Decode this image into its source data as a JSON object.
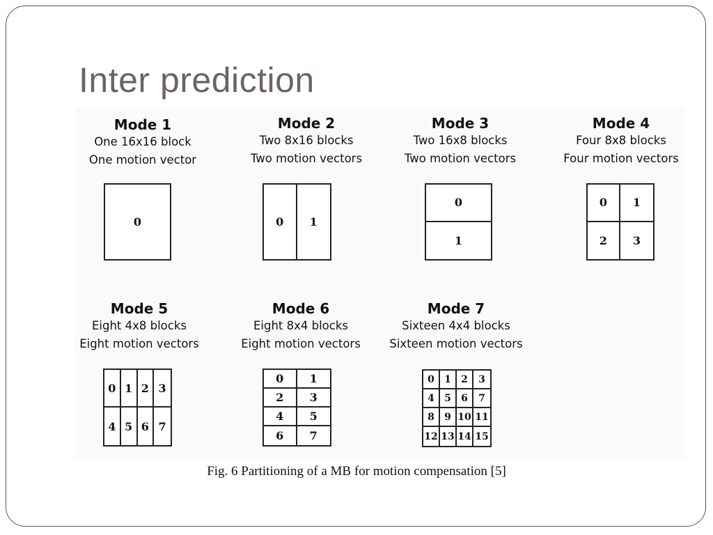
{
  "slide": {
    "title": "Inter prediction",
    "caption": "Fig. 6 Partitioning of a MB for motion compensation [5]"
  },
  "modes": [
    {
      "title": "Mode 1",
      "line1": "One 16x16 block",
      "line2": "One motion vector",
      "cols": 1,
      "rows": 1,
      "labels": [
        "0"
      ]
    },
    {
      "title": "Mode 2",
      "line1": "Two 8x16 blocks",
      "line2": "Two motion vectors",
      "cols": 2,
      "rows": 1,
      "labels": [
        "0",
        "1"
      ]
    },
    {
      "title": "Mode 3",
      "line1": "Two 16x8 blocks",
      "line2": "Two motion vectors",
      "cols": 1,
      "rows": 2,
      "labels": [
        "0",
        "1"
      ]
    },
    {
      "title": "Mode 4",
      "line1": "Four 8x8 blocks",
      "line2": "Four motion vectors",
      "cols": 2,
      "rows": 2,
      "labels": [
        "0",
        "1",
        "2",
        "3"
      ]
    },
    {
      "title": "Mode 5",
      "line1": "Eight 4x8 blocks",
      "line2": "Eight motion vectors",
      "cols": 4,
      "rows": 2,
      "labels": [
        "0",
        "1",
        "2",
        "3",
        "4",
        "5",
        "6",
        "7"
      ]
    },
    {
      "title": "Mode 6",
      "line1": "Eight 8x4 blocks",
      "line2": "Eight motion vectors",
      "cols": 2,
      "rows": 4,
      "labels": [
        "0",
        "1",
        "2",
        "3",
        "4",
        "5",
        "6",
        "7"
      ]
    },
    {
      "title": "Mode 7",
      "line1": "Sixteen 4x4 blocks",
      "line2": "Sixteen motion vectors",
      "cols": 4,
      "rows": 4,
      "labels": [
        "0",
        "1",
        "2",
        "3",
        "4",
        "5",
        "6",
        "7",
        "8",
        "9",
        "10",
        "11",
        "12",
        "13",
        "14",
        "15"
      ]
    }
  ]
}
